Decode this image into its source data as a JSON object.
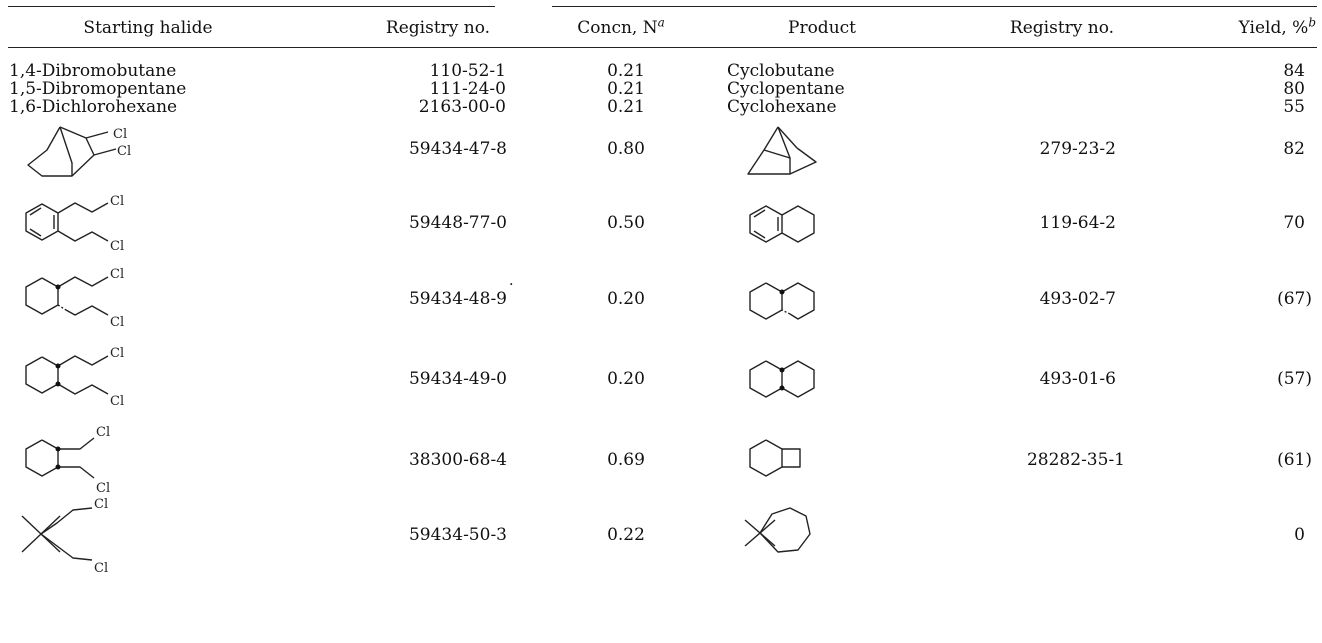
{
  "table": {
    "headers": {
      "starting_halide": "Starting halide",
      "registry_no_1": "Registry no.",
      "concn": "Concn, N",
      "concn_note": "a",
      "product": "Product",
      "registry_no_2": "Registry no.",
      "yield": "Yield, %",
      "yield_note": "b"
    },
    "rows": [
      {
        "halide": "1,4-Dibromobutane",
        "reg1": "110-52-1",
        "concn": "0.21",
        "product": "Cyclobutane",
        "reg2": "",
        "yield": "84"
      },
      {
        "halide": "1,5-Dibromopentane",
        "reg1": "111-24-0",
        "concn": "0.21",
        "product": "Cyclopentane",
        "reg2": "",
        "yield": "80"
      },
      {
        "halide": "1,6-Dichlorohexane",
        "reg1": "2163-00-0",
        "concn": "0.21",
        "product": "Cyclohexane",
        "reg2": "",
        "yield": "55"
      },
      {
        "halide_structure": "bicyclic dichloride",
        "reg1": "59434-47-8",
        "concn": "0.80",
        "product_structure": "norbornane",
        "reg2": "279-23-2",
        "yield": "82"
      },
      {
        "halide_structure": "1,2-bis(2-chloroethyl)benzene",
        "reg1": "59448-77-0",
        "concn": "0.50",
        "product_structure": "tetralin",
        "reg2": "119-64-2",
        "yield": "70"
      },
      {
        "halide_structure": "trans-1,2-bis(2-chloroethyl)cyclohexane",
        "reg1": "59434-48-9",
        "reg1_mark": "˙",
        "concn": "0.20",
        "product_structure": "trans-decalin",
        "reg2": "493-02-7",
        "yield": "(67)"
      },
      {
        "halide_structure": "cis-1,2-bis(2-chloroethyl)cyclohexane",
        "reg1": "59434-49-0",
        "concn": "0.20",
        "product_structure": "cis-decalin",
        "reg2": "493-01-6",
        "yield": "(57)"
      },
      {
        "halide_structure": "1,2-bis(chloromethyl)cyclohexane",
        "reg1": "38300-68-4",
        "concn": "0.69",
        "product_structure": "bicyclo[4.2.0]octane",
        "reg2": "28282-35-1",
        "yield": "(61)"
      },
      {
        "halide_structure": "1,5-dichloro-3,3-dimethylpentane",
        "reg1": "59434-50-3",
        "concn": "0.22",
        "product_structure": "1,1-dimethylcycloheptane",
        "reg2": "",
        "yield": "0"
      }
    ],
    "atom_label": "Cl"
  }
}
